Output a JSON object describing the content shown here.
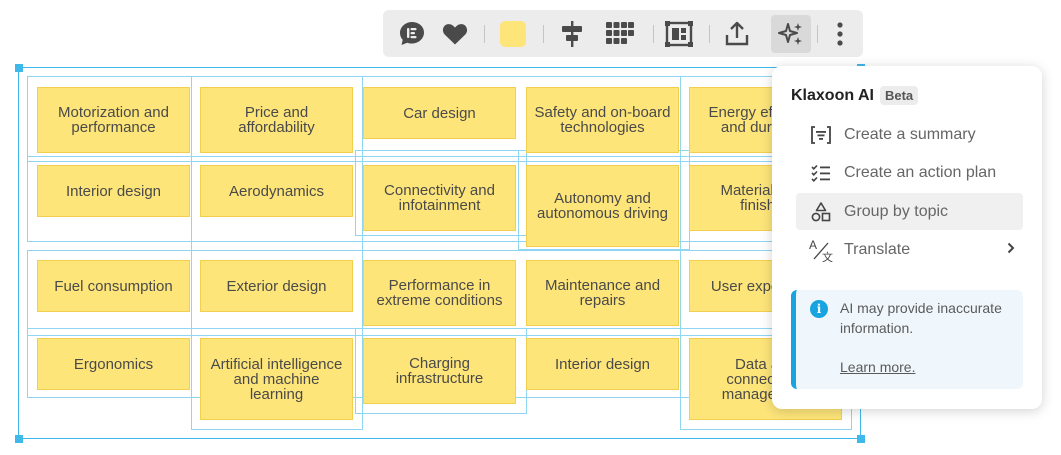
{
  "toolbar": {
    "buttons": [
      {
        "name": "comment-button",
        "icon": "comment-icon"
      },
      {
        "name": "vote-button",
        "icon": "heart-icon"
      },
      {
        "name": "color-button",
        "icon": "color-swatch"
      },
      {
        "name": "align-button",
        "icon": "align-icon"
      },
      {
        "name": "grid-button",
        "icon": "grid-icon"
      },
      {
        "name": "frame-button",
        "icon": "frame-icon"
      },
      {
        "name": "export-button",
        "icon": "upload-icon"
      },
      {
        "name": "ai-button",
        "icon": "sparkles-icon"
      },
      {
        "name": "more-button",
        "icon": "kebab-icon"
      }
    ],
    "swatch_color": "#fde57a"
  },
  "board": {
    "notes": [
      "Motorization and performance",
      "Price and affordability",
      "Car design",
      "Safety and on-board technologies",
      "Energy efficiency and durability",
      "Interior design",
      "Aerodynamics",
      "Connectivity and infotainment",
      "Autonomy and autonomous driving",
      "Materials and finishes",
      "Fuel consumption",
      "Exterior design",
      "Performance in extreme conditions",
      "Maintenance and repairs",
      "User experience",
      "Ergonomics",
      "Artificial intelligence and machine learning",
      "Charging infrastructure",
      "Interior design",
      "Data and connectivity management"
    ],
    "note_color": "#fde57a",
    "selection_color": "#3fb8ea"
  },
  "ai_panel": {
    "title": "Klaxoon AI",
    "badge": "Beta",
    "items": [
      {
        "label": "Create a summary",
        "icon": "summary-icon"
      },
      {
        "label": "Create an action plan",
        "icon": "checklist-icon"
      },
      {
        "label": "Group by topic",
        "icon": "shapes-icon"
      },
      {
        "label": "Translate",
        "icon": "translate-icon"
      }
    ],
    "info": {
      "text": "AI may provide inaccurate information.",
      "link": "Learn more."
    },
    "accent": "#17a4e0"
  }
}
